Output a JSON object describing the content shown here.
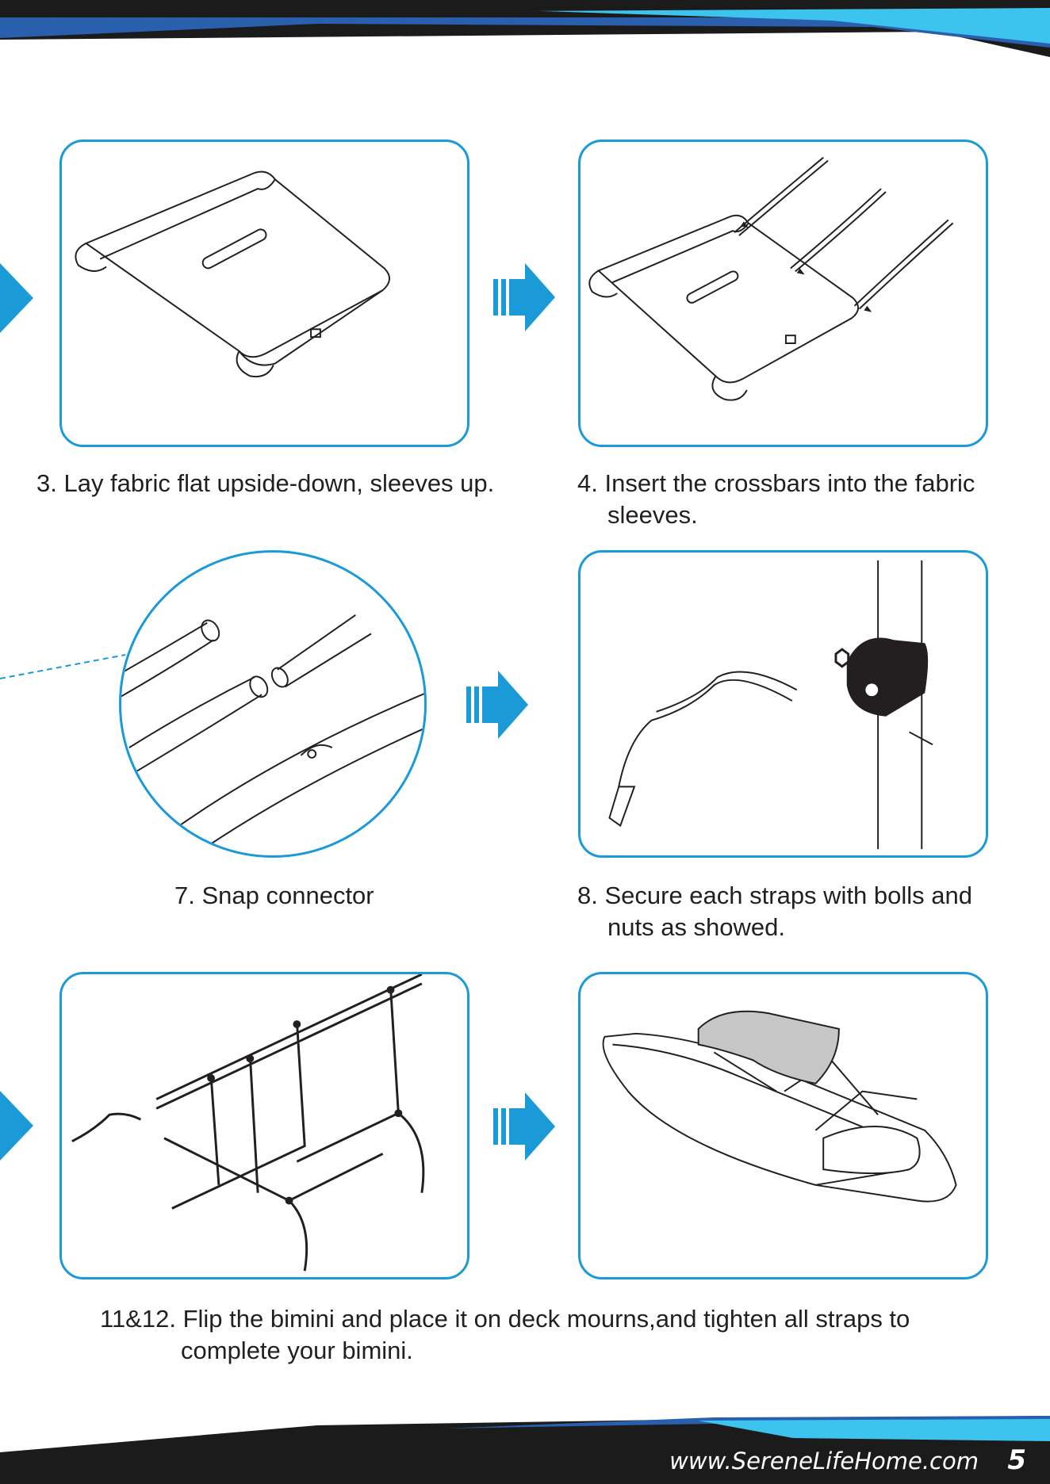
{
  "colors": {
    "accent": "#1a9ad6",
    "dark": "#231f20",
    "light_blue": "#3cc3ee"
  },
  "steps": [
    {
      "caption_line1": "3. Lay fabric flat upside-down, sleeves up.",
      "caption_line2": ""
    },
    {
      "caption_line1": "4. Insert the crossbars into the fabric",
      "caption_line2": "sleeves."
    },
    {
      "caption_line1": "7. Snap connector",
      "caption_line2": ""
    },
    {
      "caption_line1": "8. Secure each straps with bolls and",
      "caption_line2": "nuts as showed."
    }
  ],
  "final_step": {
    "caption_line1": "11&12. Flip the bimini and place it on deck mourns,and tighten all straps to",
    "caption_line2": "complete your bimini."
  },
  "footer": {
    "url": "www.SereneLifeHome.com",
    "page_number": "5"
  },
  "icons": [
    "next-step-arrow-icon",
    "side-arrow-icon"
  ]
}
